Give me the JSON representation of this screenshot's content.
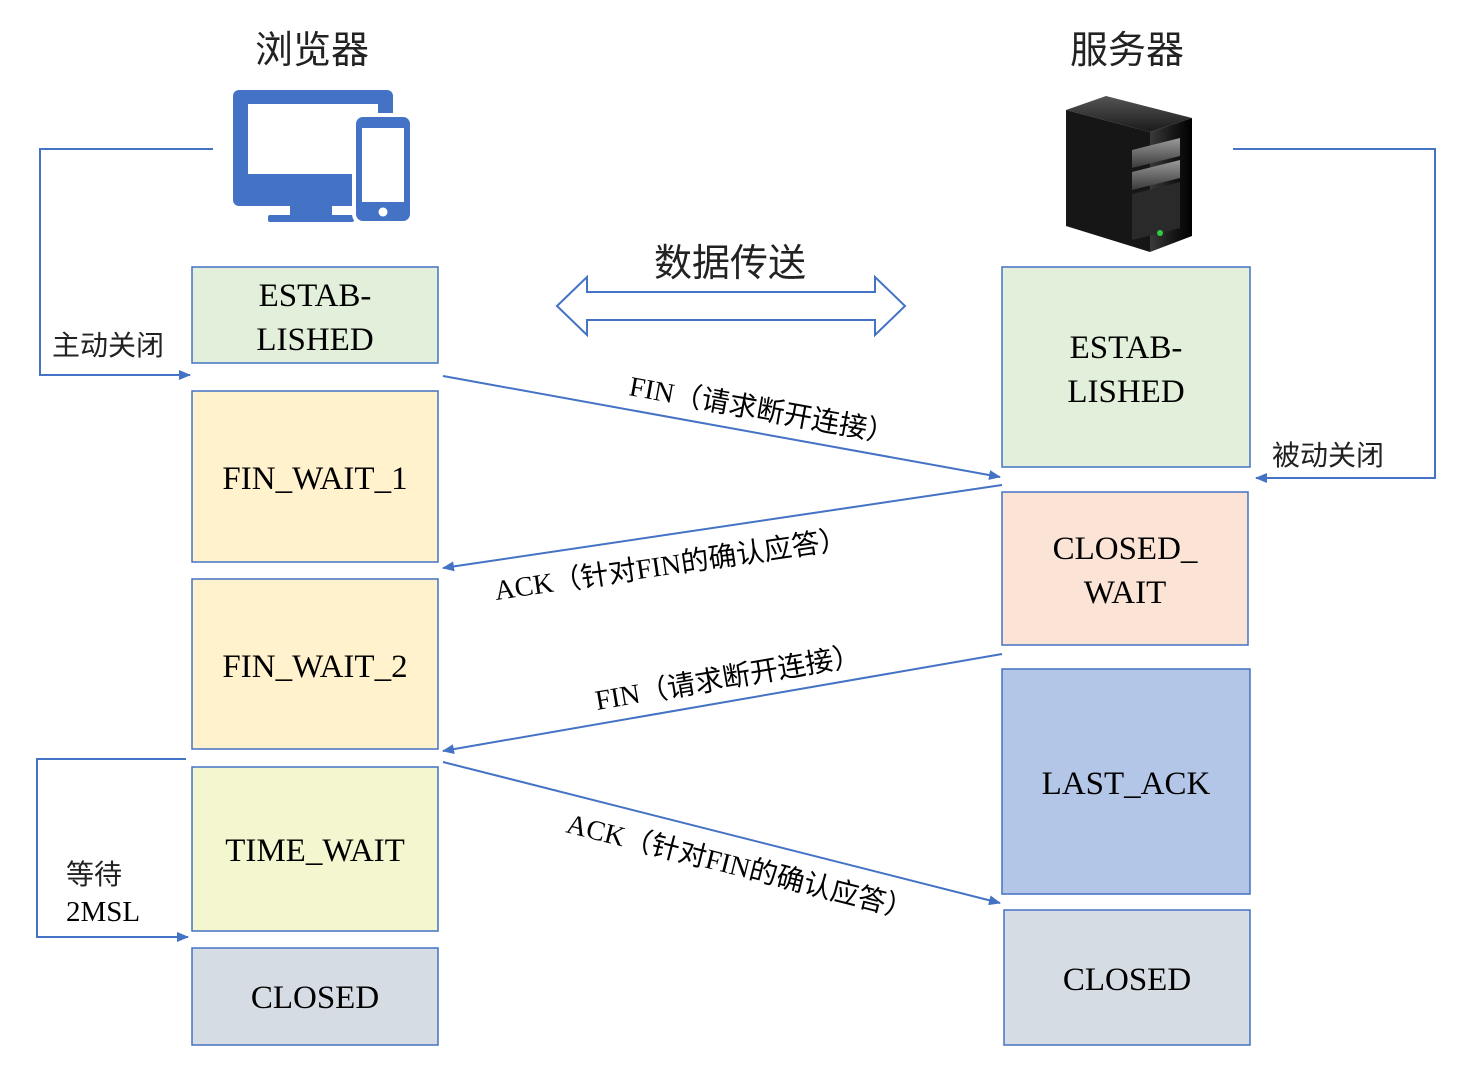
{
  "colors": {
    "line": "#4472c4",
    "established_fill": "#e2efda",
    "wait_fill": "#fff2cc",
    "time_wait_fill": "#f4f6d0",
    "close_wait_fill": "#fbe4d5",
    "last_ack_fill": "#b4c6e7",
    "closed_fill": "#d6dce4",
    "box_border": "#4472c4"
  },
  "client": {
    "title": "浏览器",
    "icon": "desktop-and-phone-icon",
    "active_close_label": "主动关闭",
    "wait_label_line1": "等待",
    "wait_label_line2": "2MSL",
    "states": [
      {
        "id": "established",
        "line1": "ESTAB-",
        "line2": "LISHED"
      },
      {
        "id": "fin_wait_1",
        "line1": "FIN_WAIT_1",
        "line2": ""
      },
      {
        "id": "fin_wait_2",
        "line1": "FIN_WAIT_2",
        "line2": ""
      },
      {
        "id": "time_wait",
        "line1": "TIME_WAIT",
        "line2": ""
      },
      {
        "id": "closed",
        "line1": "CLOSED",
        "line2": ""
      }
    ]
  },
  "server": {
    "title": "服务器",
    "icon": "server-tower-icon",
    "passive_close_label": "被动关闭",
    "states": [
      {
        "id": "established",
        "line1": "ESTAB-",
        "line2": "LISHED"
      },
      {
        "id": "close_wait",
        "line1": "CLOSED_",
        "line2": "WAIT"
      },
      {
        "id": "last_ack",
        "line1": "LAST_ACK",
        "line2": ""
      },
      {
        "id": "closed",
        "line1": "CLOSED",
        "line2": ""
      }
    ]
  },
  "data_transfer_label": "数据传送",
  "messages": [
    {
      "id": "fin1",
      "text": "FIN（请求断开连接）",
      "direction": "client-to-server"
    },
    {
      "id": "ack1",
      "text": "ACK（针对FIN的确认应答）",
      "direction": "server-to-client"
    },
    {
      "id": "fin2",
      "text": "FIN（请求断开连接）",
      "direction": "server-to-client"
    },
    {
      "id": "ack2",
      "text": "ACK（针对FIN的确认应答）",
      "direction": "client-to-server"
    }
  ]
}
